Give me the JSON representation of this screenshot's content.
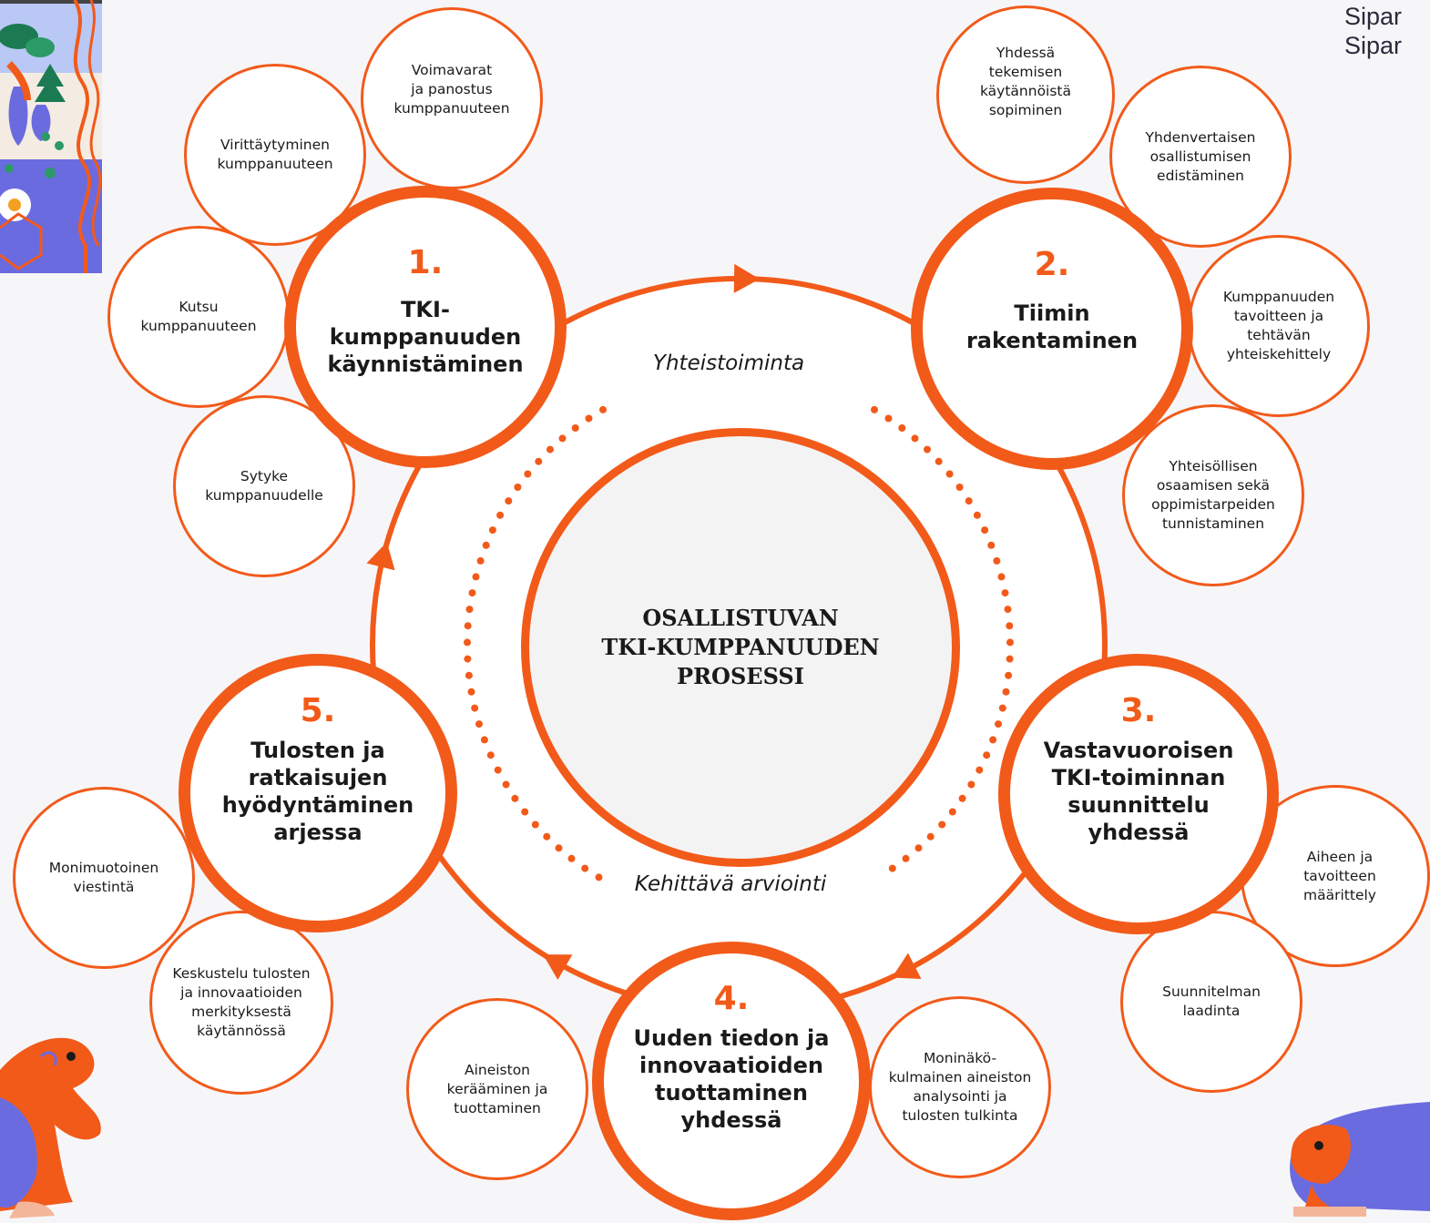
{
  "center_title": [
    "OSALLISTUVAN",
    "TKI-KUMPPANUUDEN",
    "PROSESSI"
  ],
  "ring_labels": {
    "top": "Yhteistoiminta",
    "bottom": "Kehittävä arviointi"
  },
  "corner_text": [
    "Sipar",
    "Sipar"
  ],
  "colors": {
    "accent": "#f25a1a",
    "background": "#f6f6f9",
    "center_fill": "#f3f3f3",
    "illustration_blue": "#6b6be0"
  },
  "stages": [
    {
      "number": "1.",
      "title": [
        "TKI-kumppanuuden",
        "käynnistäminen"
      ]
    },
    {
      "number": "2.",
      "title": [
        "Tiimin",
        "rakentaminen"
      ]
    },
    {
      "number": "3.",
      "title": [
        "Vastavuoroisen",
        "TKI-toiminnan",
        "suunnittelu",
        "yhdessä"
      ]
    },
    {
      "number": "4.",
      "title": [
        "Uuden tiedon ja",
        "innovaatioiden",
        "tuottaminen",
        "yhdessä"
      ]
    },
    {
      "number": "5.",
      "title": [
        "Tulosten ja",
        "ratkaisujen",
        "hyödyntäminen",
        "arjessa"
      ]
    }
  ],
  "satellites": [
    {
      "stage": "1.",
      "text": [
        "Voimavarat",
        "ja panostus",
        "kumppanuuteen"
      ]
    },
    {
      "stage": "1.",
      "text": [
        "Virittäytyminen",
        "kumppanuuteen"
      ]
    },
    {
      "stage": "1.",
      "text": [
        "Kutsu",
        "kumppanuuteen"
      ]
    },
    {
      "stage": "1.",
      "text": [
        "Sytyke",
        "kumppanuudelle"
      ]
    },
    {
      "stage": "2.",
      "text": [
        "Yhdessä",
        "tekemisen",
        "käytännöistä",
        "sopiminen"
      ]
    },
    {
      "stage": "2.",
      "text": [
        "Yhdenvertaisen",
        "osallistumisen",
        "edistäminen"
      ]
    },
    {
      "stage": "2.",
      "text": [
        "Kumppanuuden",
        "tavoitteen ja",
        "tehtävän",
        "yhteiskehittely"
      ]
    },
    {
      "stage": "2.",
      "text": [
        "Yhteisöllisen",
        "osaamisen sekä",
        "oppimistarpeiden",
        "tunnistaminen"
      ]
    },
    {
      "stage": "3.",
      "text": [
        "Aiheen ja",
        "tavoitteen",
        "määrittely"
      ]
    },
    {
      "stage": "3.",
      "text": [
        "Suunnitelman",
        "laadinta"
      ]
    },
    {
      "stage": "4.",
      "text": [
        "Moninäkö-",
        "kulmainen aineiston",
        "analysointi ja",
        "tulosten tulkinta"
      ]
    },
    {
      "stage": "4.",
      "text": [
        "Aineiston",
        "kerääminen ja",
        "tuottaminen"
      ]
    },
    {
      "stage": "5.",
      "text": [
        "Monimuotoinen",
        "viestintä"
      ]
    },
    {
      "stage": "5.",
      "text": [
        "Keskustelu tulosten",
        "ja innovaatioiden",
        "merkityksestä",
        "käytännössä"
      ]
    }
  ]
}
